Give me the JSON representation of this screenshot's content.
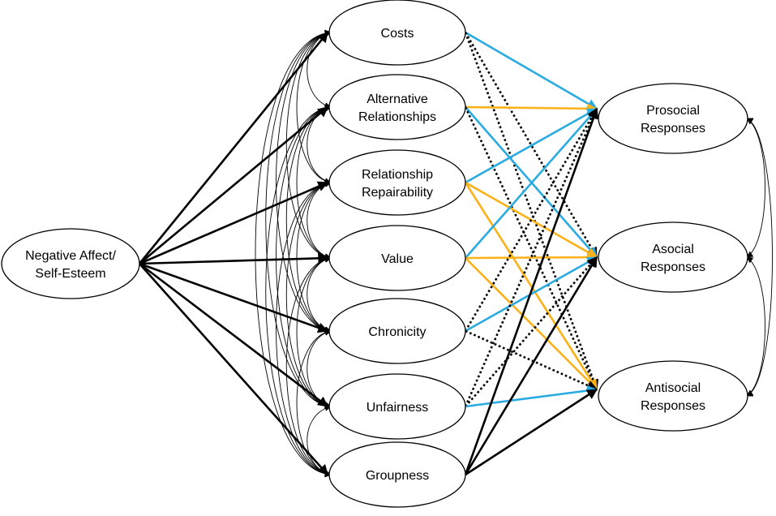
{
  "colors": {
    "black": "#000000",
    "blue": "#29abe2",
    "orange": "#fbb117"
  },
  "nodes": {
    "negative_affect": {
      "lines": [
        "Negative Affect/",
        "Self-Esteem"
      ]
    },
    "costs": {
      "lines": [
        "Costs"
      ]
    },
    "alternative_relationships": {
      "lines": [
        "Alternative",
        "Relationships"
      ]
    },
    "relationship_repairability": {
      "lines": [
        "Relationship",
        "Repairability"
      ]
    },
    "value": {
      "lines": [
        "Value"
      ]
    },
    "chronicity": {
      "lines": [
        "Chronicity"
      ]
    },
    "unfairness": {
      "lines": [
        "Unfairness"
      ]
    },
    "groupness": {
      "lines": [
        "Groupness"
      ]
    },
    "prosocial": {
      "lines": [
        "Prosocial",
        "Responses"
      ]
    },
    "asocial": {
      "lines": [
        "Asocial",
        "Responses"
      ]
    },
    "antisocial": {
      "lines": [
        "Antisocial",
        "Responses"
      ]
    }
  },
  "predictors": [
    "costs",
    "alternative_relationships",
    "relationship_repairability",
    "value",
    "chronicity",
    "unfairness",
    "groupness"
  ],
  "outcomes": [
    "prosocial",
    "asocial",
    "antisocial"
  ],
  "paths": [
    {
      "from": "costs",
      "to": "prosocial",
      "style": "blue"
    },
    {
      "from": "costs",
      "to": "asocial",
      "style": "dotted"
    },
    {
      "from": "costs",
      "to": "antisocial",
      "style": "dotted"
    },
    {
      "from": "alternative_relationships",
      "to": "prosocial",
      "style": "orange"
    },
    {
      "from": "alternative_relationships",
      "to": "asocial",
      "style": "blue"
    },
    {
      "from": "alternative_relationships",
      "to": "antisocial",
      "style": "dotted"
    },
    {
      "from": "relationship_repairability",
      "to": "prosocial",
      "style": "blue"
    },
    {
      "from": "relationship_repairability",
      "to": "asocial",
      "style": "orange"
    },
    {
      "from": "relationship_repairability",
      "to": "antisocial",
      "style": "orange"
    },
    {
      "from": "value",
      "to": "prosocial",
      "style": "blue"
    },
    {
      "from": "value",
      "to": "asocial",
      "style": "orange"
    },
    {
      "from": "value",
      "to": "antisocial",
      "style": "orange"
    },
    {
      "from": "chronicity",
      "to": "prosocial",
      "style": "dotted"
    },
    {
      "from": "chronicity",
      "to": "asocial",
      "style": "blue"
    },
    {
      "from": "chronicity",
      "to": "antisocial",
      "style": "dotted"
    },
    {
      "from": "unfairness",
      "to": "prosocial",
      "style": "dotted"
    },
    {
      "from": "unfairness",
      "to": "asocial",
      "style": "dotted"
    },
    {
      "from": "unfairness",
      "to": "antisocial",
      "style": "blue"
    },
    {
      "from": "groupness",
      "to": "prosocial",
      "style": "black"
    },
    {
      "from": "groupness",
      "to": "asocial",
      "style": "black"
    },
    {
      "from": "groupness",
      "to": "antisocial",
      "style": "black"
    }
  ]
}
